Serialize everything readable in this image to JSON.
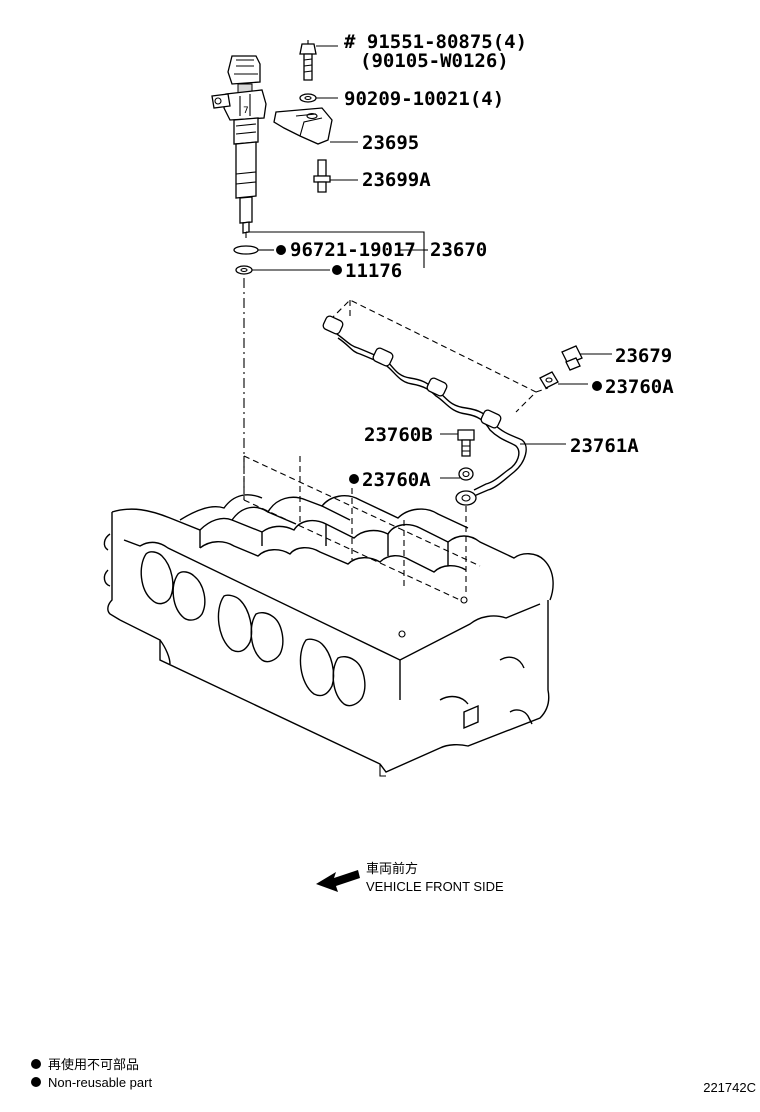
{
  "parts": {
    "p91551": "# 91551-80875(4)",
    "p90105": "(90105-W0126)",
    "p90209": "90209-10021(4)",
    "p23695": "23695",
    "p23699A": "23699A",
    "p96721": "96721-19017",
    "p23670": "23670",
    "p11176": "11176",
    "p23679": "23679",
    "p23760A_top": "23760A",
    "p23760B": "23760B",
    "p23761A": "23761A",
    "p23760A_mid": "23760A"
  },
  "direction": {
    "label_jp": "車両前方",
    "label_en": "VEHICLE FRONT SIDE"
  },
  "legend": {
    "line_jp": "再使用不可部品",
    "line_en": "Non-reusable part"
  },
  "figure_id": "221742C"
}
